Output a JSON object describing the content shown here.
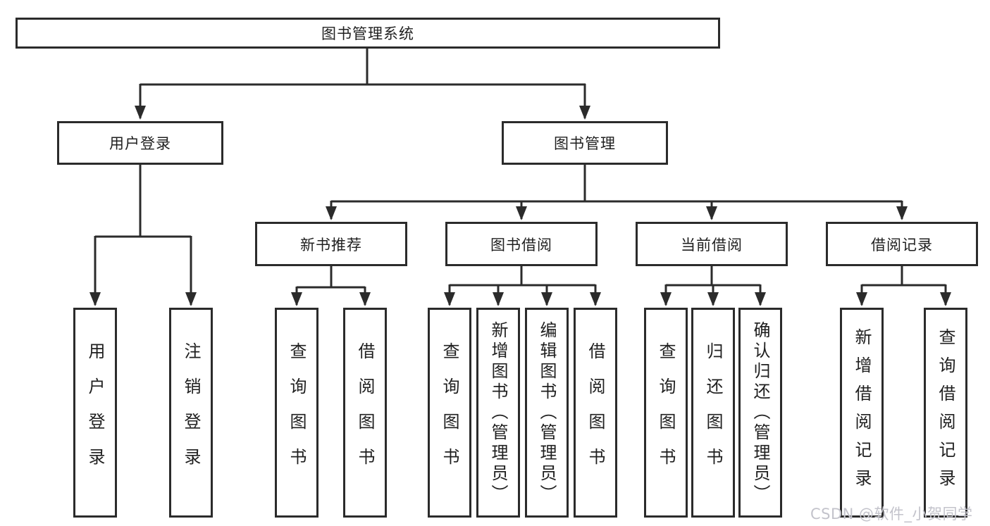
{
  "diagram_title": "图书管理系统",
  "colors": {
    "line": "#2b2b2b",
    "text": "#1f1f1f",
    "background": "#ffffff",
    "watermark": "#c3c3cb"
  },
  "watermark": {
    "text": "CSDN @软件_小贺同学"
  },
  "tree": {
    "label": "图书管理系统",
    "children": [
      {
        "label": "用户登录",
        "children": [
          {
            "label": "用户登录"
          },
          {
            "label": "注销登录"
          }
        ]
      },
      {
        "label": "图书管理",
        "children": [
          {
            "label": "新书推荐",
            "children": [
              {
                "label": "查询图书"
              },
              {
                "label": "借阅图书"
              }
            ]
          },
          {
            "label": "图书借阅",
            "children": [
              {
                "label": "查询图书"
              },
              {
                "label": "新增图书（管理员）"
              },
              {
                "label": "编辑图书（管理员）"
              },
              {
                "label": "借阅图书"
              }
            ]
          },
          {
            "label": "当前借阅",
            "children": [
              {
                "label": "查询图书"
              },
              {
                "label": "归还图书"
              },
              {
                "label": "确认归还（管理员）"
              }
            ]
          },
          {
            "label": "借阅记录",
            "children": [
              {
                "label": "新增借阅记录"
              },
              {
                "label": "查询借阅记录"
              }
            ]
          }
        ]
      }
    ]
  }
}
